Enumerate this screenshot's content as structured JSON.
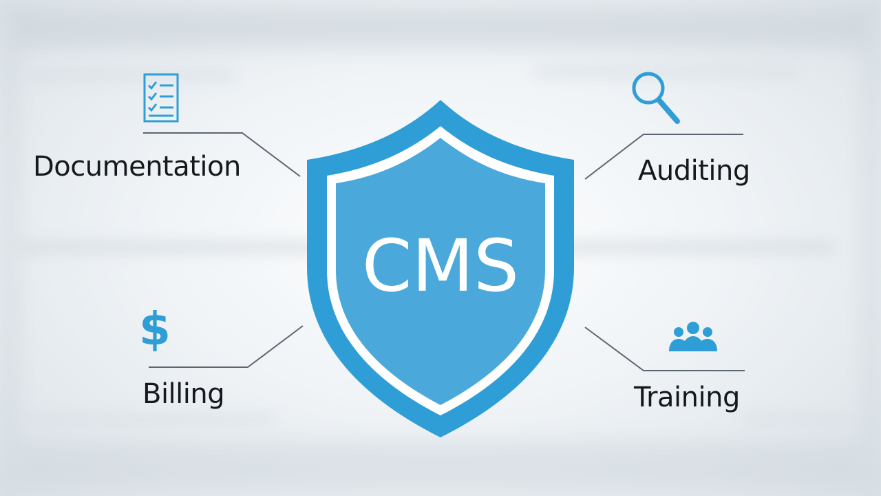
{
  "shield": {
    "text": "CMS",
    "color_outer": "#2f9ed6",
    "color_inner": "#4aa9da",
    "color_border": "#ffffff"
  },
  "items": {
    "documentation": {
      "label": "Documentation",
      "icon": "checklist-icon"
    },
    "auditing": {
      "label": "Auditing",
      "icon": "magnifier-icon"
    },
    "billing": {
      "label": "Billing",
      "icon": "dollar-icon"
    },
    "training": {
      "label": "Training",
      "icon": "people-group-icon"
    }
  },
  "colors": {
    "accent": "#2f9ed6",
    "connector": "#5c6670",
    "text": "#15191d"
  }
}
